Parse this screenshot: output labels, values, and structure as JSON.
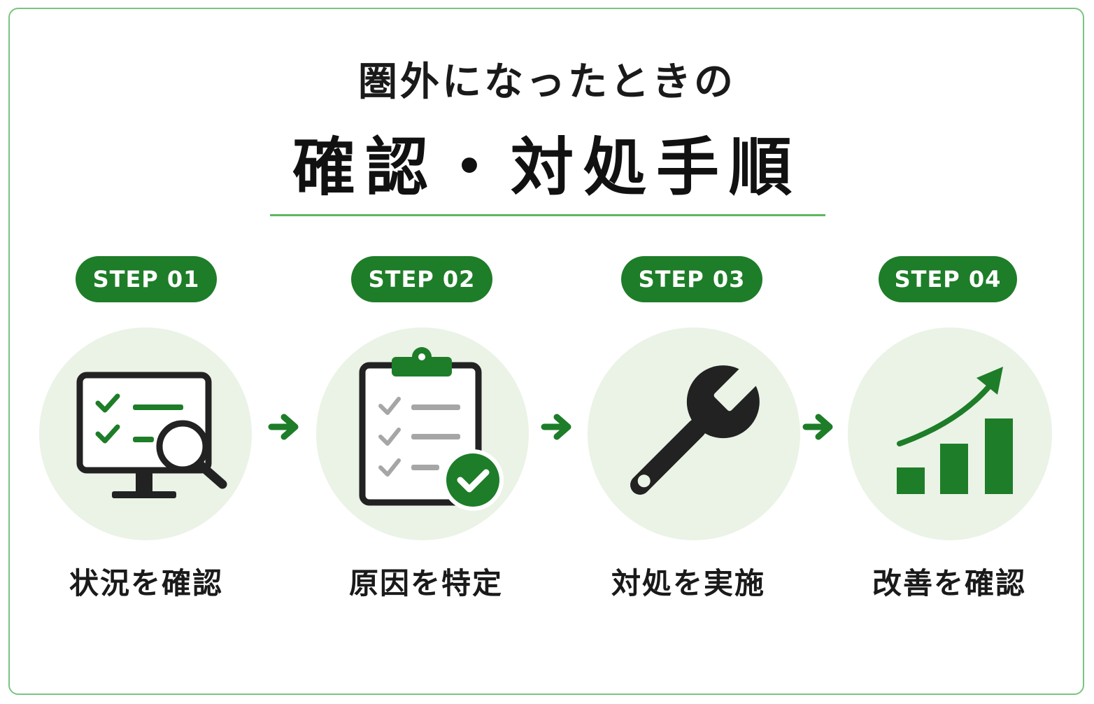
{
  "header": {
    "subtitle": "圏外になったときの",
    "title": "確認・対処手順"
  },
  "colors": {
    "accent": "#1e7d28",
    "accent_light": "#eaf3e6",
    "border": "#7cc47f",
    "divider": "#5cb860",
    "icon_dark": "#222222",
    "icon_grey": "#a6a6a6"
  },
  "steps": [
    {
      "badge": "STEP 01",
      "label": "状況を確認",
      "icon": "monitor-search-icon"
    },
    {
      "badge": "STEP 02",
      "label": "原因を特定",
      "icon": "clipboard-check-icon"
    },
    {
      "badge": "STEP 03",
      "label": "対処を実施",
      "icon": "wrench-icon"
    },
    {
      "badge": "STEP 04",
      "label": "改善を確認",
      "icon": "growth-chart-icon"
    }
  ],
  "connectors": [
    "arrow-right-icon",
    "arrow-right-icon",
    "arrow-right-icon"
  ]
}
